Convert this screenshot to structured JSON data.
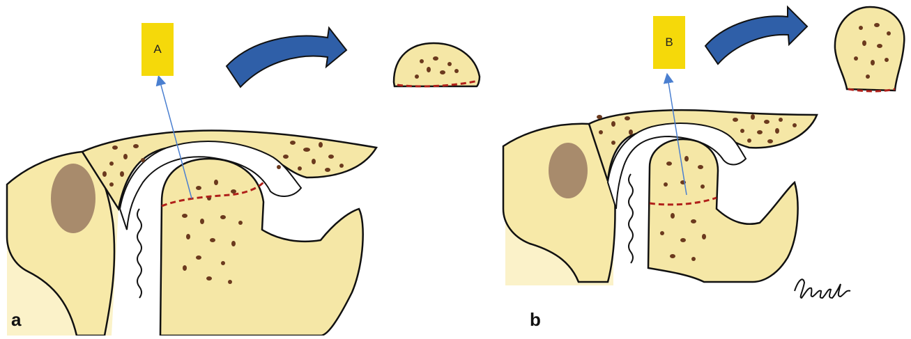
{
  "panels": [
    {
      "tag": "a",
      "callout": "A"
    },
    {
      "tag": "b",
      "callout": "B"
    }
  ],
  "colors": {
    "bone": "#f5e7a6",
    "bone_edge": "#e8d27a",
    "pores": "#6b3a1e",
    "cut_line": "#b0201a",
    "arrow_blue": "#2f5fa8",
    "callout_yellow": "#f5d90a",
    "pointer": "#4a7fd0",
    "outline": "#111111",
    "tooth_brown": "#9a7a62"
  },
  "icons": [
    "curved-arrow-icon",
    "pointer-arrow-icon"
  ]
}
